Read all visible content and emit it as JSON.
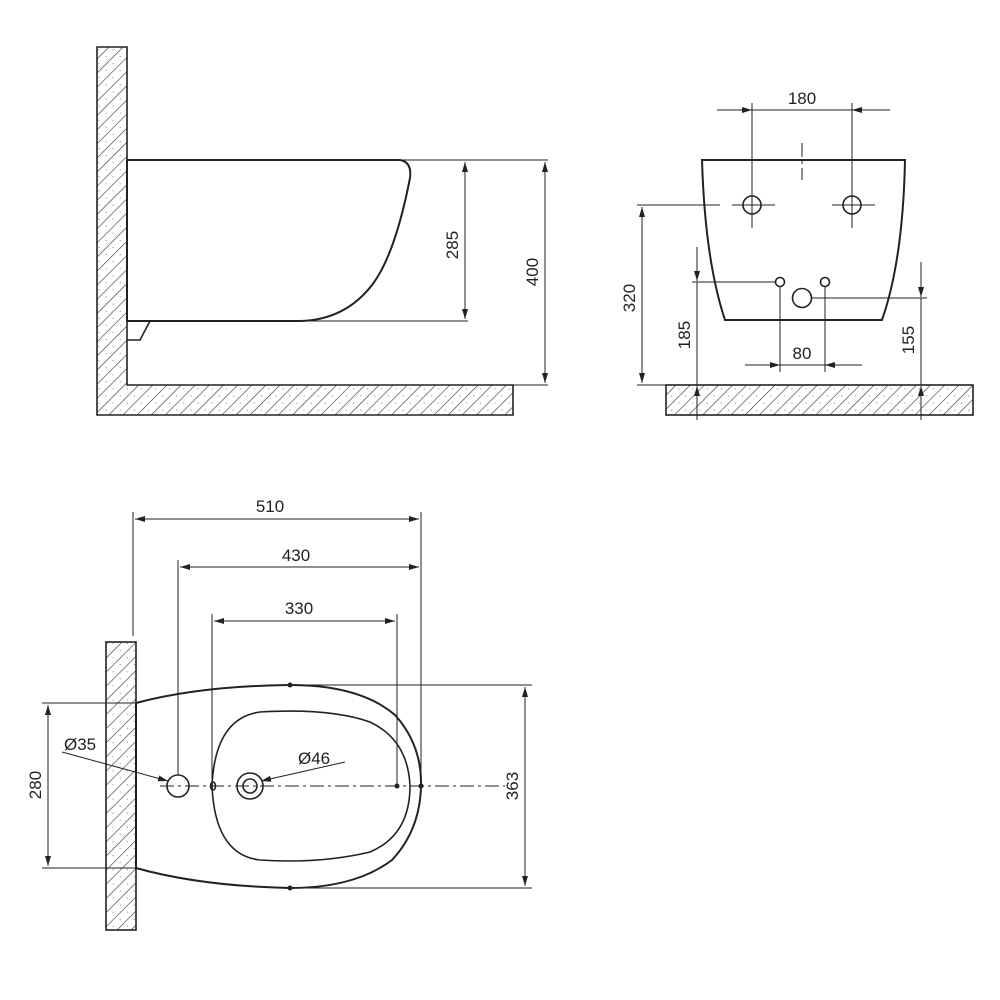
{
  "side_view": {
    "height_285": "285",
    "height_400": "400"
  },
  "front_view": {
    "width_180": "180",
    "height_320": "320",
    "height_185": "185",
    "width_80": "80",
    "height_155": "155"
  },
  "top_view": {
    "length_510": "510",
    "length_430": "430",
    "length_330": "330",
    "width_363": "363",
    "width_280": "280",
    "hole_35": "Ø35",
    "hole_46": "Ø46"
  },
  "colors": {
    "line": "#222222",
    "background": "#ffffff"
  }
}
